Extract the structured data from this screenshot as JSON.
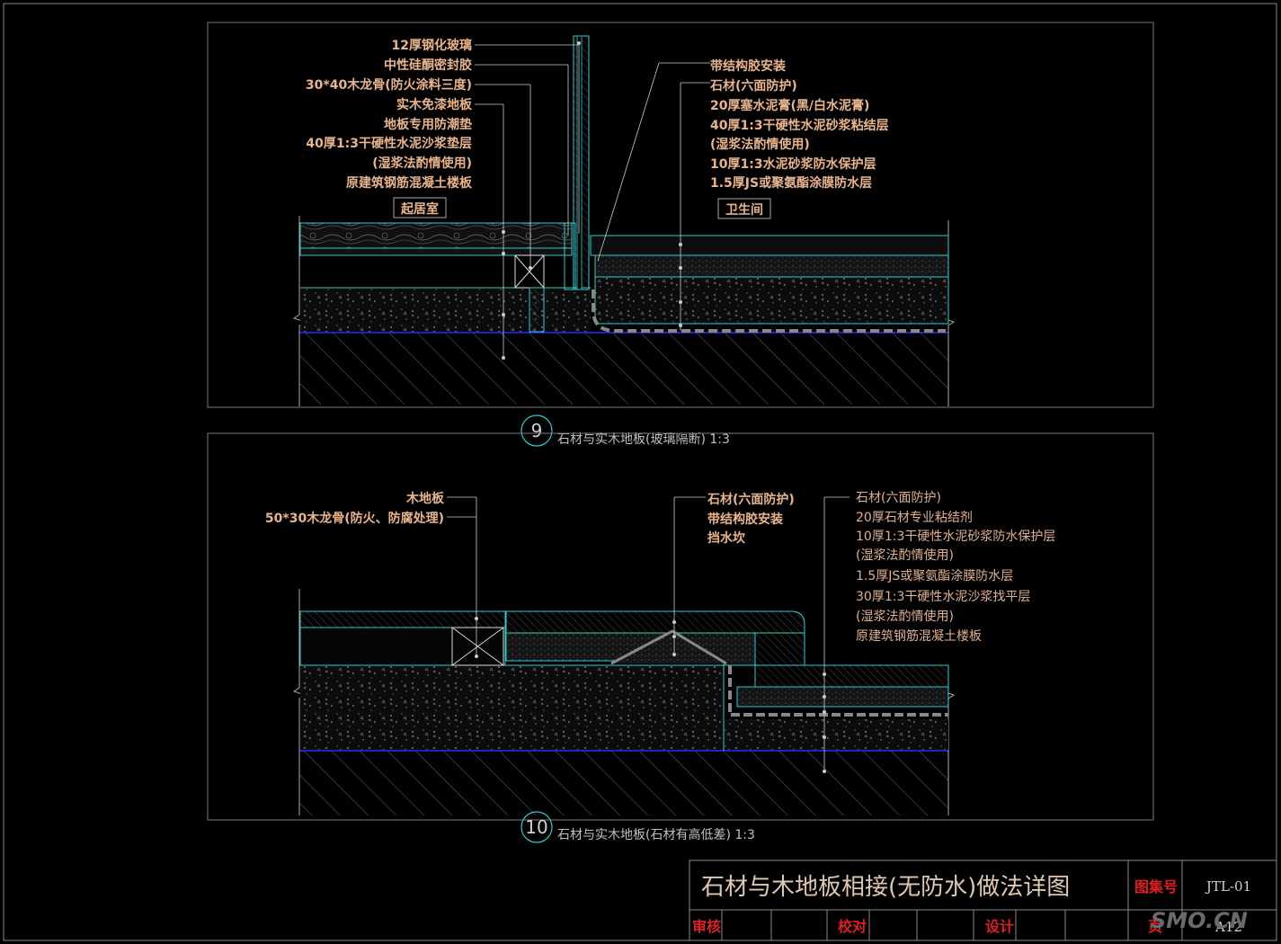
{
  "detail9": {
    "number": "9",
    "caption": "石材与实木地板(玻璃隔断)  1:3",
    "room_left": "起居室",
    "room_right": "卫生间",
    "labels_left": [
      "12厚钢化玻璃",
      "中性硅酮密封胶",
      "30*40木龙骨(防火涂料三度)",
      "实木免漆地板",
      "地板专用防潮垫",
      "40厚1:3干硬性水泥沙浆垫层",
      "(湿浆法酌情使用)",
      "原建筑钢筋混凝土楼板"
    ],
    "labels_right": [
      "带结构胶安装",
      "石材(六面防护)",
      "20厚塞水泥膏(黑/白水泥膏)",
      "40厚1:3干硬性水泥砂浆粘结层",
      "(湿浆法酌情使用)",
      "10厚1:3水泥砂浆防水保护层",
      "1.5厚JS或聚氨酯涂膜防水层"
    ]
  },
  "detail10": {
    "number": "10",
    "caption": "石材与实木地板(石材有高低差)  1:3",
    "labels_left": [
      "木地板",
      "50*30木龙骨(防火、防腐处理)"
    ],
    "labels_mid": [
      "石材(六面防护)",
      "带结构胶安装",
      "挡水坎"
    ],
    "labels_right": [
      "石材(六面防护)",
      "20厚石材专业粘结剂",
      "10厚1:3干硬性水泥砂浆防水保护层",
      "(湿浆法酌情使用)",
      "1.5厚JS或聚氨酯涂膜防水层",
      "30厚1:3干硬性水泥沙浆找平层",
      "(湿浆法酌情使用)",
      "原建筑钢筋混凝土楼板"
    ]
  },
  "title_block": {
    "title": "石材与木地板相接(无防水)做法详图",
    "set_label": "图集号",
    "set_value": "JTL-01",
    "page_label": "页",
    "page_value": "A12",
    "review_label": "审核",
    "check_label": "校对",
    "design_label": "设计"
  },
  "watermark": "SMO.CN",
  "colors": {
    "background": "#000000",
    "label": "#e8b48c",
    "cyan_line": "#33cccc",
    "blue_line": "#2a2aff",
    "frame": "#808080",
    "red_text": "#e02020"
  }
}
